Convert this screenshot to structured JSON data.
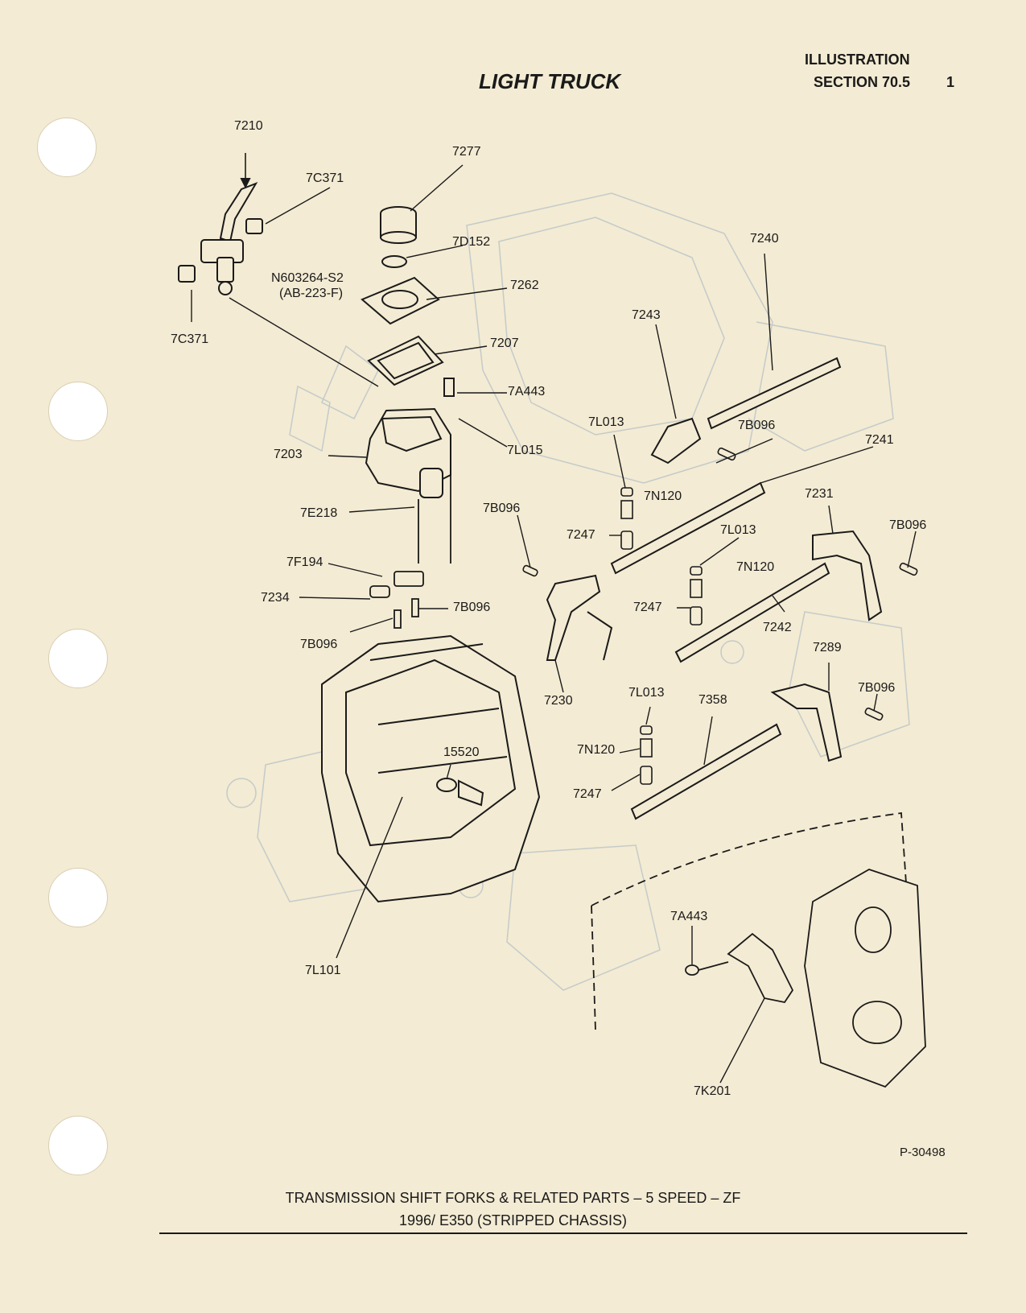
{
  "header": {
    "title": "LIGHT TRUCK",
    "illustration": "ILLUSTRATION",
    "section": "SECTION 70.5",
    "page": "1"
  },
  "parts": {
    "p7210": "7210",
    "p7C371_top": "7C371",
    "p7C371_bottom": "7C371",
    "p7277": "7277",
    "p7D152": "7D152",
    "pN603264": "N603264-S2",
    "pAB223F": "(AB-223-F)",
    "p7262": "7262",
    "p7207": "7207",
    "p7A443_top": "7A443",
    "p7L015": "7L015",
    "p7203": "7203",
    "p7E218": "7E218",
    "p7F194": "7F194",
    "p7234": "7234",
    "p7B096_a": "7B096",
    "p7B096_b": "7B096",
    "p7B096_c": "7B096",
    "p7B096_d": "7B096",
    "p7B096_e": "7B096",
    "p7B096_f": "7B096",
    "p7240": "7240",
    "p7243": "7243",
    "p7L013_a": "7L013",
    "p7L013_b": "7L013",
    "p7L013_c": "7L013",
    "p7241": "7241",
    "p7N120_a": "7N120",
    "p7N120_b": "7N120",
    "p7N120_c": "7N120",
    "p7247_a": "7247",
    "p7247_b": "7247",
    "p7247_c": "7247",
    "p7231": "7231",
    "p7242": "7242",
    "p7230": "7230",
    "p7289": "7289",
    "p7358": "7358",
    "p15520": "15520",
    "p7L101": "7L101",
    "p7A443_bottom": "7A443",
    "p7K201": "7K201"
  },
  "footer": {
    "part_number": "P-30498",
    "caption_line1": "TRANSMISSION SHIFT FORKS & RELATED PARTS – 5 SPEED – ZF",
    "caption_line2": "1996/ E350 (STRIPPED CHASSIS)"
  }
}
